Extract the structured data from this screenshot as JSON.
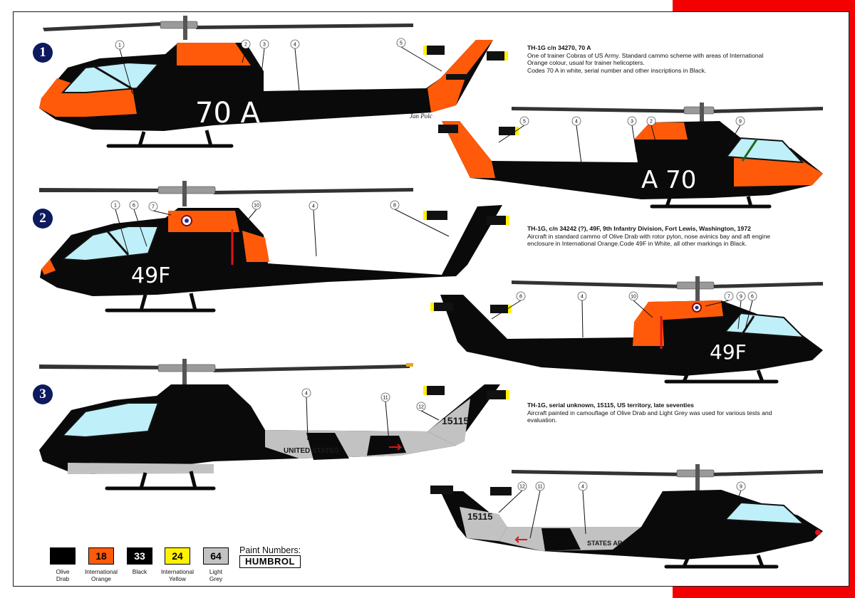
{
  "profiles": [
    {
      "number": "1",
      "description_title": "TH-1G c/n 34270, 70 A",
      "description_lines": [
        "One of trainer Cobras of US Army. Standard cammo scheme with areas of International",
        "Orange colour, usual for trainer helicopters.",
        "Codes 70 A in white, serial number and other inscriptions in Black."
      ],
      "code_left": "70 A",
      "code_right": "A 70",
      "signature": "Jan Polc"
    },
    {
      "number": "2",
      "description_title": "TH-1G, c/n 34242 (?), 49F, 9th Infantry Division, Fort Lewis, Washington, 1972",
      "description_lines": [
        "Aircraft in standard cammo of Olive Drab with rotor pylon, nose avinics bay and aft engine",
        "enclosure in International Orange.Code 49F in White, all other markings in Black."
      ],
      "code_left": "49F",
      "code_right": "49F"
    },
    {
      "number": "3",
      "description_title": "TH-1G, serial unknown, 15115, US territory, late seventies",
      "description_lines": [
        "Aircraft painted in camouflage of Olive Drab and Light Grey was used for various tests and",
        "evaluation."
      ],
      "code_left": "15115",
      "code_right": "15115",
      "inscription_left": "UNITED STATES",
      "inscription_right": "STATES AR"
    }
  ],
  "callouts": {
    "p1_left": [
      "1",
      "2",
      "3",
      "4",
      "5"
    ],
    "p1_right": [
      "5",
      "4",
      "3",
      "2",
      "9"
    ],
    "p2_left": [
      "1",
      "6",
      "7",
      "10",
      "4",
      "8"
    ],
    "p2_right": [
      "8",
      "4",
      "10",
      "7",
      "9",
      "6"
    ],
    "p3_left": [
      "4",
      "11",
      "12"
    ],
    "p3_right": [
      "12",
      "11",
      "4",
      "9"
    ]
  },
  "paints": {
    "title": "Paint Numbers:",
    "brand": "HUMBROL",
    "swatches": [
      {
        "number": "",
        "name_line1": "Olive",
        "name_line2": "Drab",
        "color": "#000000"
      },
      {
        "number": "18",
        "name_line1": "International",
        "name_line2": "Orange",
        "color": "#ff5a0a"
      },
      {
        "number": "33",
        "name_line1": "Black",
        "name_line2": "",
        "color": "#000000"
      },
      {
        "number": "24",
        "name_line1": "International",
        "name_line2": "Yellow",
        "color": "#fff200"
      },
      {
        "number": "64",
        "name_line1": "Light",
        "name_line2": "Grey",
        "color": "#c2c2c2"
      }
    ]
  },
  "colors": {
    "olive_drab": "#0a0a0a",
    "international_orange": "#ff5a0a",
    "canopy": "#bfeff8",
    "light_grey": "#c2c2c2",
    "accent_red": "#f50000",
    "badge_navy": "#0d1a5e"
  }
}
